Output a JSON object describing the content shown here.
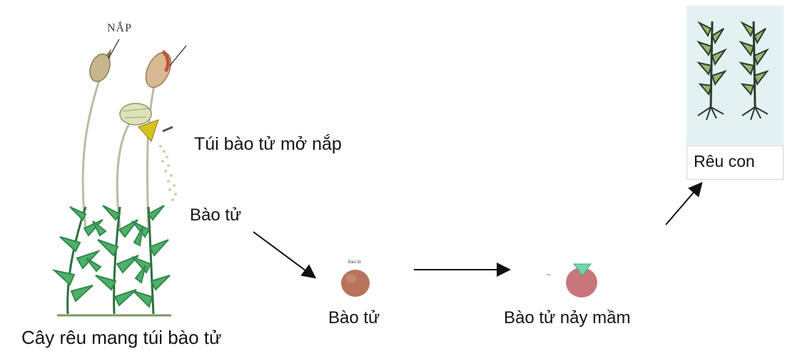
{
  "labels": {
    "nap": "NẮP",
    "tui_bao_tu_mo_nap": "Túi bào tử mở nắp",
    "bao_tu_pointer": "Bào tử",
    "bao_tu": "Bào tử",
    "bao_tu_tiny": "Bào tử",
    "bao_tu_nay_mam": "Bào tử nảy mầm",
    "reu_con": "Rêu con",
    "cay_reu": "Cây rêu mang túi bào tử"
  },
  "colors": {
    "moss_green": "#3a9a55",
    "capsule_tan": "#c9b98a",
    "spore": "#b8735a",
    "germ_green": "#6fd6b0",
    "young_moss": "#93b872",
    "arrow": "#111111"
  }
}
